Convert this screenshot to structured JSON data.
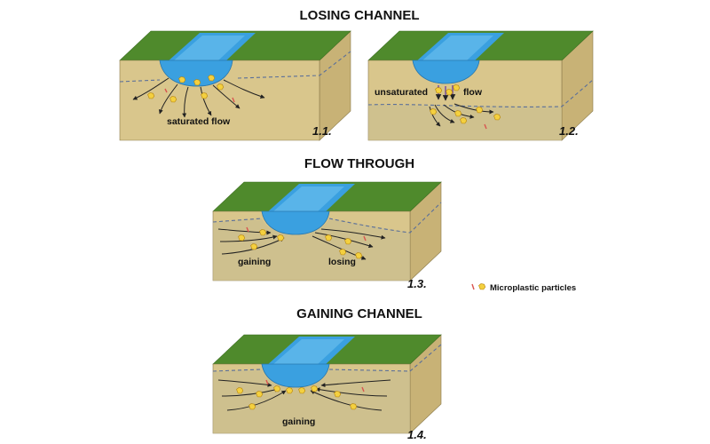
{
  "titles": {
    "losing": "LOSING CHANNEL",
    "flow_through": "FLOW THROUGH",
    "gaining": "GAINING CHANNEL"
  },
  "panels": [
    {
      "number": "1.1.",
      "labels": [
        "saturated flow"
      ]
    },
    {
      "number": "1.2.",
      "labels": [
        "unsaturated",
        "flow"
      ]
    },
    {
      "number": "1.3.",
      "labels": [
        "gaining",
        "losing"
      ]
    },
    {
      "number": "1.4.",
      "labels": [
        "gaining"
      ]
    }
  ],
  "legend": {
    "label": "Microplastic particles"
  },
  "colors": {
    "grass": "#4f8a2c",
    "grass_dark": "#3d6f22",
    "soil_front": "#d9c68c",
    "soil_side": "#c8b276",
    "soil_saturated": "#c6bd8f",
    "water": "#3aa0e0",
    "water_light": "#73c4f0",
    "water_table": "#5a6f9a",
    "particle": "#f4d03f",
    "fiber": "#d9534f"
  }
}
